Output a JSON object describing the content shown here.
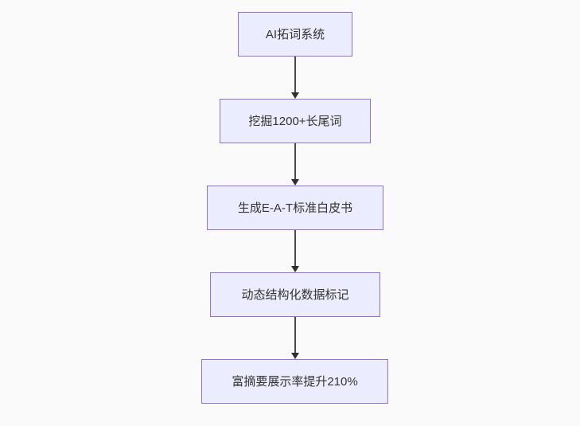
{
  "diagram": {
    "type": "flowchart",
    "direction": "top-down",
    "nodes": [
      {
        "label": "AI拓词系统"
      },
      {
        "label": "挖掘1200+长尾词"
      },
      {
        "label": "生成E-A-T标准白皮书"
      },
      {
        "label": "动态结构化数据标记"
      },
      {
        "label": "富摘要展示率提升210%"
      }
    ],
    "edges": [
      {
        "from": 0,
        "to": 1,
        "style": "arrow-down"
      },
      {
        "from": 1,
        "to": 2,
        "style": "arrow-down"
      },
      {
        "from": 2,
        "to": 3,
        "style": "arrow-down"
      },
      {
        "from": 3,
        "to": 4,
        "style": "arrow-down"
      }
    ],
    "colors": {
      "node_fill": "#ECECFF",
      "node_border": "#9370DB",
      "node_text": "#333333",
      "edge_line": "#4B4B4B",
      "arrowhead": "#2F2F2F",
      "background": "#FAFAFA"
    }
  }
}
